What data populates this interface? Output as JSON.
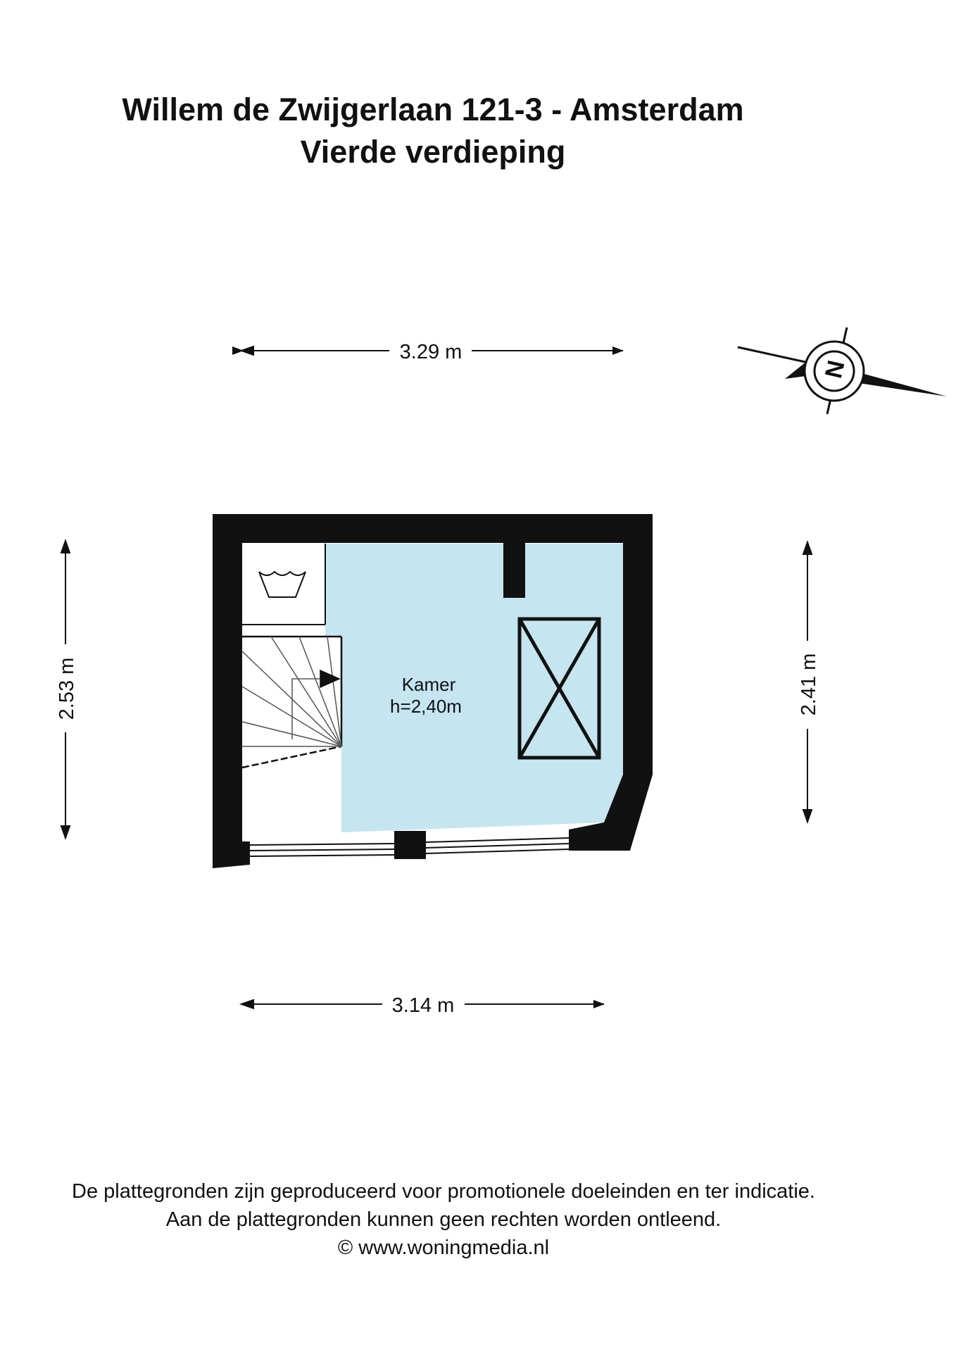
{
  "header": {
    "title": "Willem de Zwijgerlaan 121-3 - Amsterdam",
    "subtitle": "Vierde verdieping"
  },
  "dimensions": {
    "top": "3.29 m",
    "bottom": "3.14 m",
    "left": "2.53 m",
    "right": "2.41 m"
  },
  "room": {
    "name": "Kamer",
    "height": "h=2,40m",
    "fill_color": "#c5e5f1"
  },
  "compass": {
    "label": "N"
  },
  "footer": {
    "line1": "De plattegronden zijn geproduceerd voor promotionele doeleinden en ter indicatie.",
    "line2": "Aan de plattegronden kunnen geen rechten worden ontleend.",
    "line3": "© www.woningmedia.nl"
  },
  "colors": {
    "wall": "#111111",
    "room": "#c5e5f1"
  }
}
